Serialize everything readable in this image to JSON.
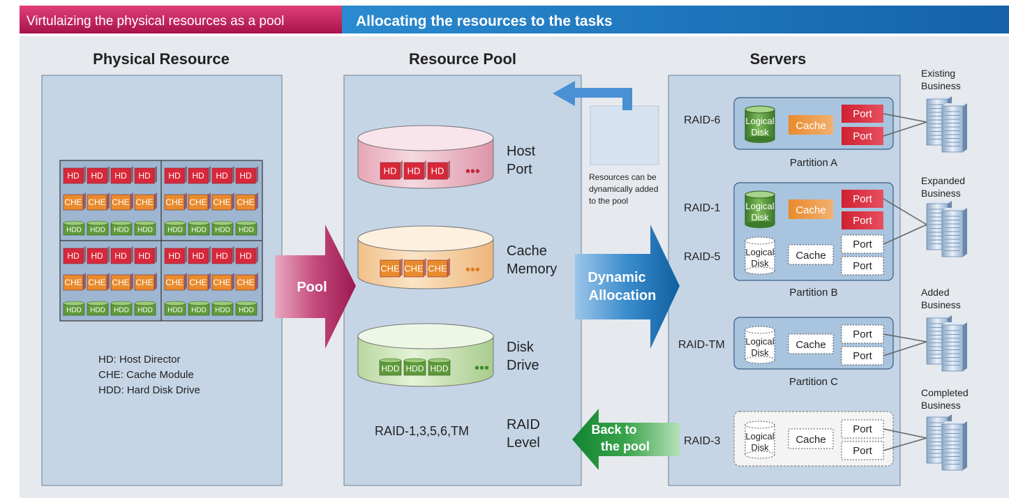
{
  "header": {
    "left": "Virtulaizing the physical resources as a pool",
    "right": "Allocating the resources to the tasks"
  },
  "physical": {
    "title": "Physical Resource",
    "legend": [
      "HD: Host Director",
      "CHE: Cache Module",
      "HDD: Hard Disk Drive"
    ]
  },
  "arrows": {
    "pool": "Pool",
    "dynamic": [
      "Dynamic",
      "Allocation"
    ],
    "back": [
      "Back to",
      "the pool"
    ]
  },
  "pool": {
    "title": "Resource Pool",
    "host": [
      "Host",
      "Port"
    ],
    "cache": [
      "Cache",
      "Memory"
    ],
    "disk": [
      "Disk",
      "Drive"
    ],
    "raid_levels": "RAID-1,3,5,6,TM",
    "raid_label": [
      "RAID",
      "Level"
    ],
    "add_note": [
      "Resources can be",
      "dynamically added",
      "to the pool"
    ]
  },
  "chips": {
    "hd": "HD",
    "che": "CHE",
    "hdd": "HDD",
    "dots": "•••"
  },
  "servers": {
    "title": "Servers",
    "logical": [
      "Logical",
      "Disk"
    ],
    "cache": "Cache",
    "port": "Port",
    "raid": {
      "r6": "RAID-6",
      "r1": "RAID-1",
      "r5": "RAID-5",
      "rtm": "RAID-TM",
      "r3": "RAID-3"
    },
    "partitions": {
      "a": "Partition A",
      "b": "Partition B",
      "c": "Partition C"
    },
    "business": {
      "existing": [
        "Existing",
        "Business"
      ],
      "expanded": [
        "Expanded",
        "Business"
      ],
      "added": [
        "Added",
        "Business"
      ],
      "completed": [
        "Completed",
        "Business"
      ]
    }
  },
  "colors": {
    "header_left": "#c8185a",
    "header_right": "#1a7fc0",
    "panel": "#c5d5e6",
    "partition": "#a9c4de",
    "hd": "#d8283a",
    "che": "#e98a2c",
    "hdd": "#5f9a3a",
    "pool_arrow": "#b51c5e",
    "dynamic_arrow": "#1577b8",
    "back_arrow": "#2a9a40",
    "add_arrow": "#4a90d4"
  }
}
